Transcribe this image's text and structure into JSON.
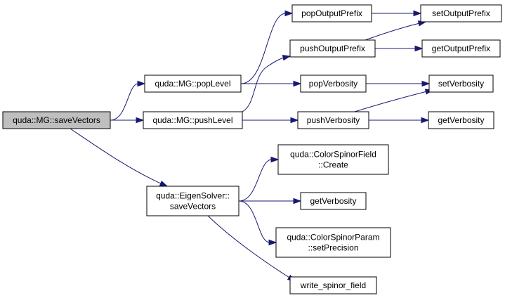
{
  "diagram": {
    "edge_color": "#191970",
    "root_fill": "#bfbfbf",
    "nodes": [
      {
        "id": "root",
        "lines": [
          "quda::MG::saveVectors"
        ],
        "root": true
      },
      {
        "id": "popLevel",
        "lines": [
          "quda::MG::popLevel"
        ]
      },
      {
        "id": "pushLevel",
        "lines": [
          "quda::MG::pushLevel"
        ]
      },
      {
        "id": "eigenSave",
        "lines": [
          "quda::EigenSolver::",
          "saveVectors"
        ]
      },
      {
        "id": "popOutputPrefix",
        "lines": [
          "popOutputPrefix"
        ]
      },
      {
        "id": "pushOutputPrefix",
        "lines": [
          "pushOutputPrefix"
        ]
      },
      {
        "id": "popVerbosity",
        "lines": [
          "popVerbosity"
        ]
      },
      {
        "id": "pushVerbosity",
        "lines": [
          "pushVerbosity"
        ]
      },
      {
        "id": "setOutputPrefix",
        "lines": [
          "setOutputPrefix"
        ]
      },
      {
        "id": "getOutputPrefix",
        "lines": [
          "getOutputPrefix"
        ]
      },
      {
        "id": "setVerbosity",
        "lines": [
          "setVerbosity"
        ]
      },
      {
        "id": "getVerbosity1",
        "lines": [
          "getVerbosity"
        ]
      },
      {
        "id": "csfCreate",
        "lines": [
          "quda::ColorSpinorField",
          "::Create"
        ]
      },
      {
        "id": "getVerbosity2",
        "lines": [
          "getVerbosity"
        ]
      },
      {
        "id": "cspSetPrecision",
        "lines": [
          "quda::ColorSpinorParam",
          "::setPrecision"
        ]
      },
      {
        "id": "writeSpinor",
        "lines": [
          "write_spinor_field"
        ]
      }
    ],
    "edges": [
      {
        "from": "root",
        "to": "popLevel"
      },
      {
        "from": "root",
        "to": "pushLevel"
      },
      {
        "from": "root",
        "to": "eigenSave"
      },
      {
        "from": "popLevel",
        "to": "popOutputPrefix"
      },
      {
        "from": "popLevel",
        "to": "popVerbosity"
      },
      {
        "from": "pushLevel",
        "to": "pushOutputPrefix"
      },
      {
        "from": "pushLevel",
        "to": "pushVerbosity"
      },
      {
        "from": "popOutputPrefix",
        "to": "setOutputPrefix"
      },
      {
        "from": "pushOutputPrefix",
        "to": "setOutputPrefix"
      },
      {
        "from": "pushOutputPrefix",
        "to": "getOutputPrefix"
      },
      {
        "from": "popVerbosity",
        "to": "setVerbosity"
      },
      {
        "from": "pushVerbosity",
        "to": "setVerbosity"
      },
      {
        "from": "pushVerbosity",
        "to": "getVerbosity1"
      },
      {
        "from": "eigenSave",
        "to": "csfCreate"
      },
      {
        "from": "eigenSave",
        "to": "getVerbosity2"
      },
      {
        "from": "eigenSave",
        "to": "cspSetPrecision"
      },
      {
        "from": "eigenSave",
        "to": "writeSpinor"
      }
    ]
  }
}
